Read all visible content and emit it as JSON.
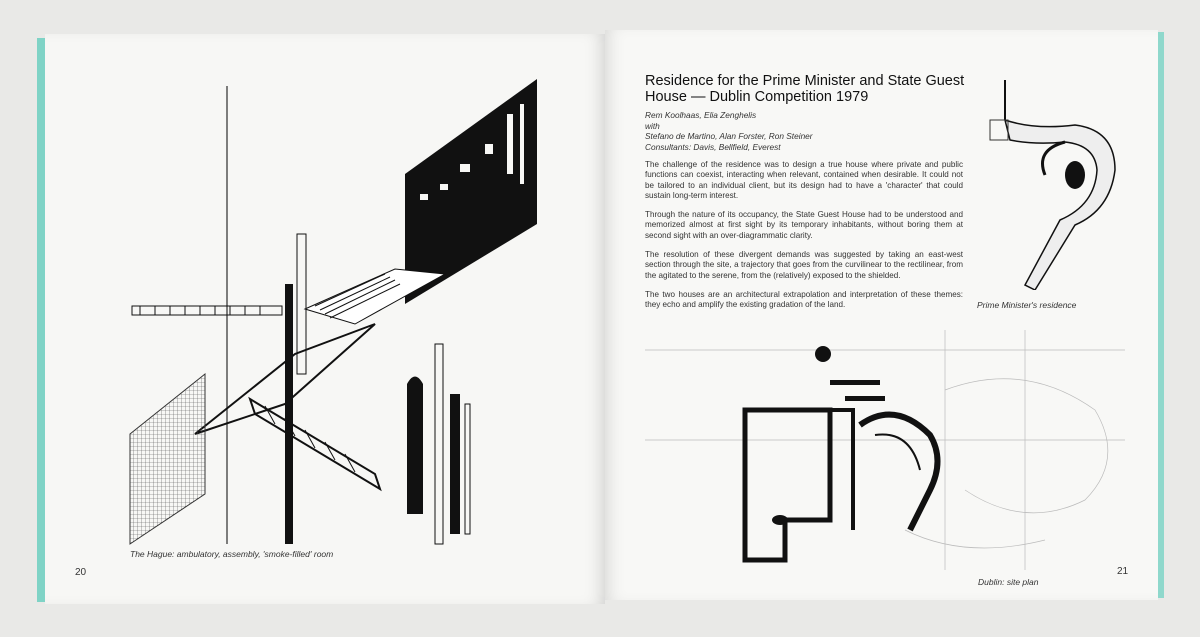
{
  "left_page": {
    "caption": "The Hague: ambulatory, assembly, 'smoke-filled' room",
    "page_number": "20"
  },
  "right_page": {
    "title": "Residence for the Prime Minister and State Guest House — Dublin Competition 1979",
    "credits": [
      "Rem Koolhaas, Elia Zenghelis",
      "with",
      "Stefano de Martino, Alan Forster, Ron Steiner",
      "Consultants: Davis, Bellfield, Everest"
    ],
    "paragraphs": [
      "The challenge of the residence was to design a true house where private and public functions can coexist, interacting when relevant, contained when desirable. It could not be tailored to an individual client, but its design had to have a 'character' that could sustain long-term interest.",
      "Through the nature of its occupancy, the State Guest House had to be understood and memorized almost at first sight by its temporary inhabitants, without boring them at second sight with an over-diagrammatic clarity.",
      "The resolution of these divergent demands was suggested by taking an east-west section through the site, a trajectory that goes from the curvilinear to the rectilinear, from the agitated to the serene, from the (relatively) exposed to the shielded.",
      "The two houses are an architectural extrapolation and interpretation of these themes: they echo and amplify the existing gradation of the land."
    ],
    "residence_caption": "Prime Minister's residence",
    "site_plan_caption": "Dublin: site plan",
    "page_number": "21"
  }
}
